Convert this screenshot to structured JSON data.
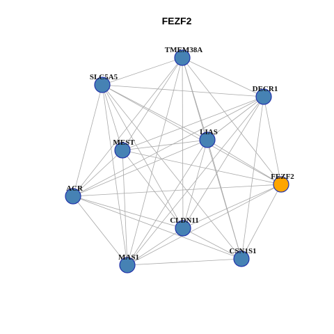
{
  "title": "FEZF2",
  "colors": {
    "default_node": "#4682b4",
    "highlight_node": "#ffa500",
    "node_border": "#2233aa",
    "edge": "#a8a8a8"
  },
  "nodes": [
    {
      "id": "TMEM38A",
      "label": "TMEM38A",
      "highlight": false
    },
    {
      "id": "SLC5A5",
      "label": "SLC5A5",
      "highlight": false
    },
    {
      "id": "DECR1",
      "label": "DECR1",
      "highlight": false
    },
    {
      "id": "LIAS",
      "label": "LIAS",
      "highlight": false
    },
    {
      "id": "MEST",
      "label": "MEST",
      "highlight": false
    },
    {
      "id": "FEZF2",
      "label": "FEZF2",
      "highlight": true
    },
    {
      "id": "ACR",
      "label": "ACR",
      "highlight": false
    },
    {
      "id": "CLDN11",
      "label": "CLDN11",
      "highlight": false
    },
    {
      "id": "CSN1S1",
      "label": "CSN1S1",
      "highlight": false
    },
    {
      "id": "MAS1",
      "label": "MAS1",
      "highlight": false
    }
  ],
  "edges": [
    [
      "TMEM38A",
      "SLC5A5"
    ],
    [
      "TMEM38A",
      "DECR1"
    ],
    [
      "TMEM38A",
      "LIAS"
    ],
    [
      "TMEM38A",
      "MEST"
    ],
    [
      "TMEM38A",
      "ACR"
    ],
    [
      "TMEM38A",
      "CLDN11"
    ],
    [
      "TMEM38A",
      "CSN1S1"
    ],
    [
      "TMEM38A",
      "MAS1"
    ],
    [
      "TMEM38A",
      "FEZF2"
    ],
    [
      "SLC5A5",
      "DECR1"
    ],
    [
      "SLC5A5",
      "LIAS"
    ],
    [
      "SLC5A5",
      "MEST"
    ],
    [
      "SLC5A5",
      "ACR"
    ],
    [
      "SLC5A5",
      "CLDN11"
    ],
    [
      "SLC5A5",
      "MAS1"
    ],
    [
      "SLC5A5",
      "CSN1S1"
    ],
    [
      "SLC5A5",
      "FEZF2"
    ],
    [
      "DECR1",
      "MEST"
    ],
    [
      "DECR1",
      "ACR"
    ],
    [
      "DECR1",
      "CLDN11"
    ],
    [
      "DECR1",
      "MAS1"
    ],
    [
      "DECR1",
      "CSN1S1"
    ],
    [
      "DECR1",
      "FEZF2"
    ],
    [
      "DECR1",
      "LIAS"
    ],
    [
      "LIAS",
      "MEST"
    ],
    [
      "LIAS",
      "ACR"
    ],
    [
      "LIAS",
      "CLDN11"
    ],
    [
      "LIAS",
      "MAS1"
    ],
    [
      "LIAS",
      "CSN1S1"
    ],
    [
      "LIAS",
      "FEZF2"
    ],
    [
      "MEST",
      "FEZF2"
    ],
    [
      "MEST",
      "CLDN11"
    ],
    [
      "MEST",
      "MAS1"
    ],
    [
      "MEST",
      "ACR"
    ],
    [
      "FEZF2",
      "ACR"
    ],
    [
      "FEZF2",
      "CLDN11"
    ],
    [
      "FEZF2",
      "MAS1"
    ],
    [
      "FEZF2",
      "CSN1S1"
    ],
    [
      "ACR",
      "CLDN11"
    ],
    [
      "ACR",
      "MAS1"
    ],
    [
      "ACR",
      "CSN1S1"
    ],
    [
      "CLDN11",
      "MAS1"
    ],
    [
      "CLDN11",
      "CSN1S1"
    ],
    [
      "MAS1",
      "CSN1S1"
    ]
  ]
}
